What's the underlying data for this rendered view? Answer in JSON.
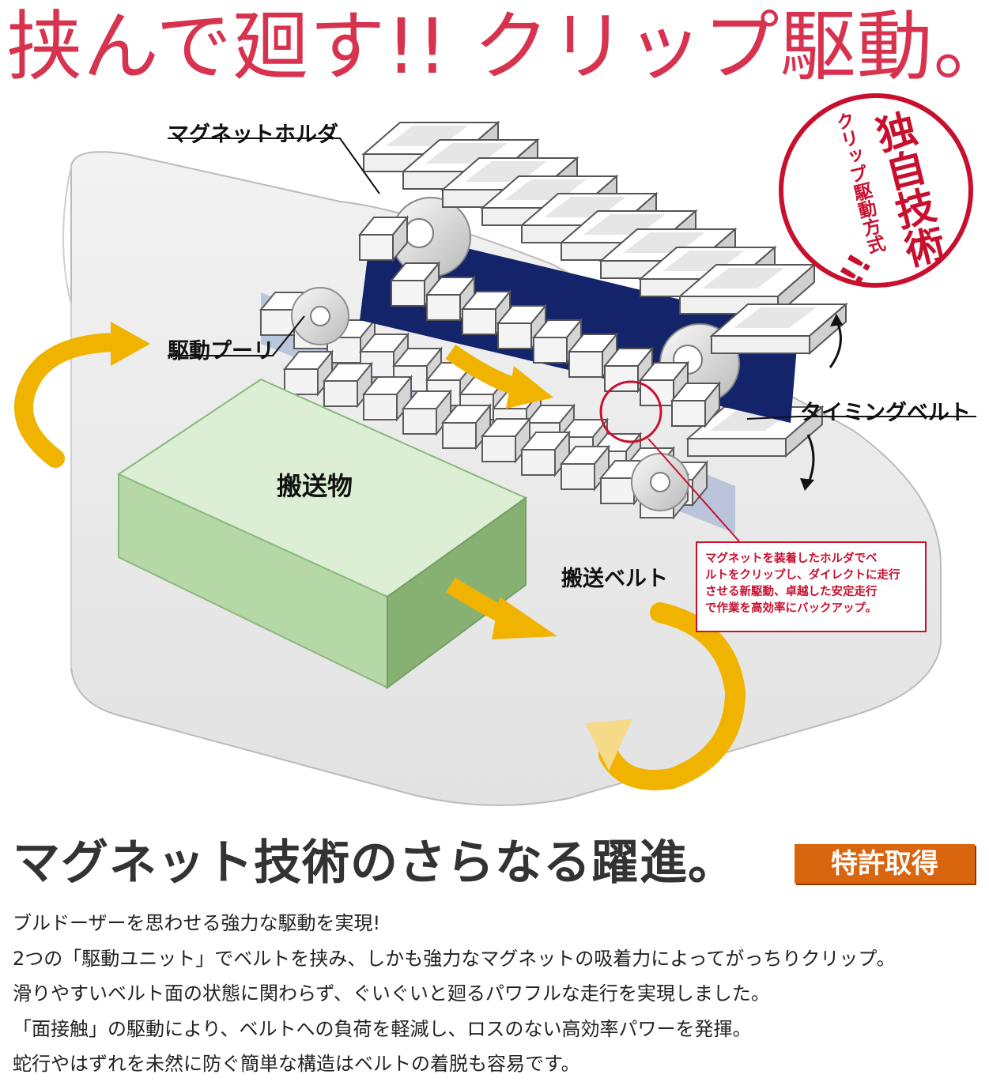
{
  "headline": "挟んで廻す!! クリップ駆動。",
  "labels": {
    "magnet_holder": "マグネットホルダ",
    "drive_pulley": "駆動プーリ",
    "timing_belt": "タイミングベルト",
    "cargo": "搬送物",
    "conveyor_belt": "搬送ベルト"
  },
  "callout": {
    "lines": [
      "マグネットを装着したホルダでベ",
      "ルトをクリップし、ダイレクトに走行",
      "させる新駆動、卓越した安定走行",
      "で作業を高効率にバックアップ。"
    ]
  },
  "stamp": {
    "main": "独自技術",
    "sub": "クリップ駆動方式",
    "excl": "!!"
  },
  "section": {
    "title": "マグネット技術のさらなる躍進。",
    "badge": "特許取得"
  },
  "body": [
    "ブルドーザーを思わせる強力な駆動を実現!",
    "2つの「駆動ユニット」でベルトを挟み、しかも強力なマグネットの吸着力によってがっちりクリップ。",
    "滑りやすいベルト面の状態に関わらず、ぐいぐいと廻るパワフルな走行を実現しました。",
    "「面接触」の駆動により、ベルトへの負荷を軽減し、ロスのない高効率パワーを発揮。",
    "蛇行やはずれを未然に防ぐ簡単な構造はベルトの着脱も容易です。"
  ],
  "colors": {
    "headline": "#d7334f",
    "accent_red": "#c8102e",
    "arrow": "#f0b400",
    "belt_navy": "#13246b",
    "cargo_green": "#a9d09a",
    "badge": "#d9660f"
  }
}
